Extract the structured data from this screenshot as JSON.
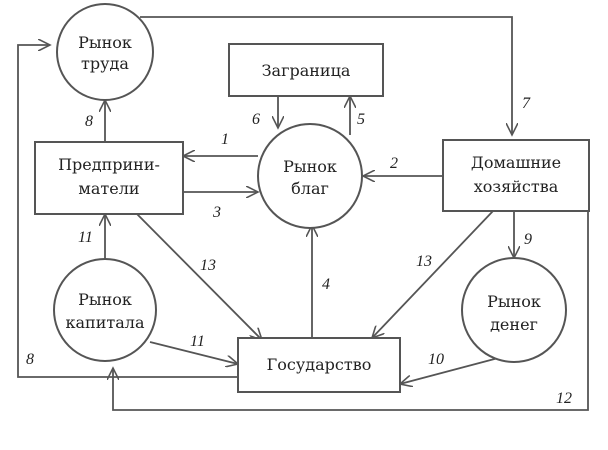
{
  "nodes": {
    "labor_market": [
      "Рынок",
      "труда"
    ],
    "abroad": [
      "Заграница"
    ],
    "entrepreneurs": [
      "Предприни-",
      "матели"
    ],
    "goods_market": [
      "Рынок",
      "благ"
    ],
    "households": [
      "Домашние",
      "хозяйства"
    ],
    "capital_market": [
      "Рынок",
      "капитала"
    ],
    "money_market": [
      "Рынок",
      "денег"
    ],
    "state": [
      "Государство"
    ]
  },
  "flow_labels": {
    "f1": "1",
    "f2": "2",
    "f3": "3",
    "f4": "4",
    "f5": "5",
    "f6": "6",
    "f7": "7",
    "f8a": "8",
    "f8b": "8",
    "f9": "9",
    "f10": "10",
    "f11a": "11",
    "f11b": "11",
    "f12": "12",
    "f13a": "13",
    "f13b": "13"
  },
  "colors": {
    "line": "#555555",
    "text": "#222222",
    "background": "#ffffff"
  }
}
